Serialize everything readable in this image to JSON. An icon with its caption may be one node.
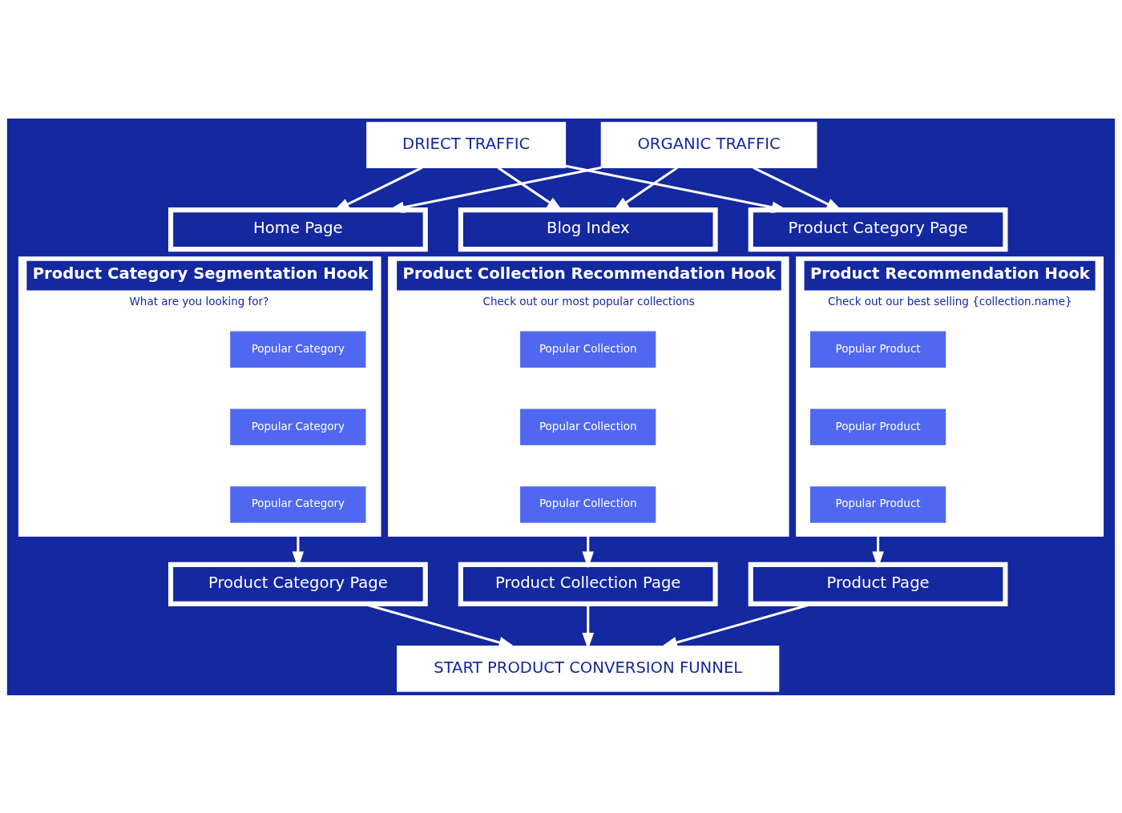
{
  "diagram": {
    "nodes": [
      {
        "text": [
          "DRIECT TRAFFIC"
        ]
      },
      {
        "text": [
          "ORGANIC TRAFFIC"
        ]
      },
      {
        "text": [
          "Home Page"
        ]
      },
      {
        "text": [
          "Blog Index"
        ]
      },
      {
        "text": [
          "Product Category Page"
        ]
      },
      {
        "text": [
          "Product Category Segmentation Hook",
          "What are you looking for?"
        ]
      },
      {
        "text": [
          "Popular Category"
        ],
        "in": 5
      },
      {
        "text": [
          "Popular Category"
        ],
        "in": 5
      },
      {
        "text": [
          "Popular Category"
        ],
        "in": 5
      },
      {
        "text": [
          "Product Collection Recommendation Hook",
          "Check out our most popular collections"
        ]
      },
      {
        "text": [
          "Popular Collection"
        ],
        "in": 9
      },
      {
        "text": [
          "Popular Collection"
        ],
        "in": 9
      },
      {
        "text": [
          "Popular Collection"
        ],
        "in": 9
      },
      {
        "text": [
          "Product Recommendation Hook",
          "Check out our best selling {collection.name}"
        ]
      },
      {
        "text": [
          "Popular Product"
        ],
        "in": 13
      },
      {
        "text": [
          "Popular Product"
        ],
        "in": 13
      },
      {
        "text": [
          "Popular Product"
        ],
        "in": 13
      },
      {
        "text": [
          "Product Category Page"
        ]
      },
      {
        "text": [
          "Product Collection Page"
        ]
      },
      {
        "text": [
          "Product Page"
        ]
      },
      {
        "text": [
          "START PRODUCT CONVERSION FUNNEL"
        ]
      }
    ],
    "edges": [
      {
        "from": 0,
        "to": 2,
        "arrow": "to"
      },
      {
        "from": 0,
        "to": 3,
        "arrow": "to"
      },
      {
        "from": 0,
        "to": 4,
        "arrow": "to"
      },
      {
        "from": 1,
        "to": 2,
        "arrow": "to"
      },
      {
        "from": 1,
        "to": 3,
        "arrow": "to"
      },
      {
        "from": 1,
        "to": 4,
        "arrow": "to"
      },
      {
        "from": 5,
        "to": 17,
        "arrow": "to"
      },
      {
        "from": 9,
        "to": 18,
        "arrow": "to"
      },
      {
        "from": 13,
        "to": 19,
        "arrow": "to"
      },
      {
        "from": 17,
        "to": 20,
        "arrow": "to"
      },
      {
        "from": 18,
        "to": 20,
        "arrow": "to"
      },
      {
        "from": 19,
        "to": 20,
        "arrow": "to"
      }
    ]
  }
}
